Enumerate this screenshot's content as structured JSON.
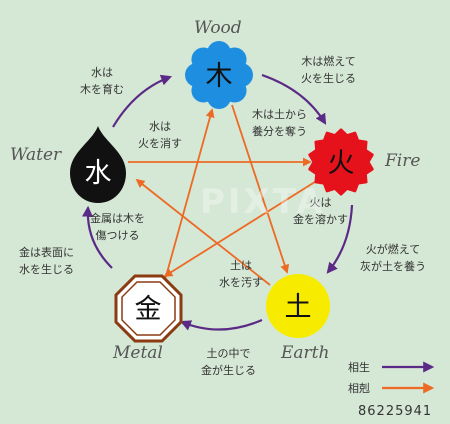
{
  "elements": {
    "wood": {
      "kanji": "木",
      "english": "Wood",
      "fill": "#1e8fe0"
    },
    "fire": {
      "kanji": "火",
      "english": "Fire",
      "fill": "#e6121b"
    },
    "earth": {
      "kanji": "土",
      "english": "Earth",
      "fill": "#f7ec00"
    },
    "metal": {
      "kanji": "金",
      "english": "Metal",
      "fill": "#ffffff",
      "stroke": "#8a3b12"
    },
    "water": {
      "kanji": "水",
      "english": "Water",
      "fill": "#111111"
    }
  },
  "generating": {
    "wood_fire": [
      "木は燃えて",
      "火を生じる"
    ],
    "fire_earth": [
      "火が燃えて",
      "灰が土を養う"
    ],
    "earth_metal": [
      "土の中で",
      "金が生じる"
    ],
    "metal_water": [
      "金は表面に",
      "水を生じる"
    ],
    "water_wood": [
      "水は",
      "木を育む"
    ]
  },
  "overcoming": {
    "wood_earth": [
      "木は土から",
      "養分を奪う"
    ],
    "earth_water": [
      "土は",
      "水を汚す"
    ],
    "water_fire": [
      "水は",
      "火を消す"
    ],
    "fire_metal": [
      "火は",
      "金を溶かす"
    ],
    "metal_wood": [
      "金属は木を",
      "傷つける"
    ]
  },
  "legend": {
    "generating_label": "相生",
    "overcoming_label": "相剋",
    "generating_color": "#5b2a86",
    "overcoming_color": "#ec6a24"
  },
  "watermark": "PIXTA",
  "stock_id": "86225941"
}
